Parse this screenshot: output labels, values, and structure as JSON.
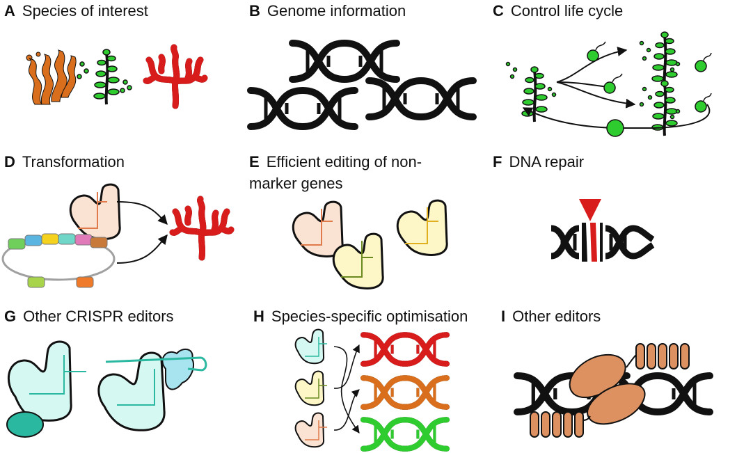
{
  "colors": {
    "orange": "#d96f1c",
    "green": "#2ecc2e",
    "red": "#d81b1b",
    "black": "#111111",
    "peach": "#fbe3d4",
    "cream": "#fdf7c8",
    "mint": "#d6f8f3",
    "teal": "#2bb8a0",
    "protein": "#dd9060"
  },
  "panels": [
    {
      "letter": "A",
      "title": "Species of interest"
    },
    {
      "letter": "B",
      "title": "Genome information"
    },
    {
      "letter": "C",
      "title": "Control life cycle"
    },
    {
      "letter": "D",
      "title": "Transformation"
    },
    {
      "letter": "E",
      "title": "Efficient editing of non-",
      "title2": "marker genes"
    },
    {
      "letter": "F",
      "title": "DNA repair"
    },
    {
      "letter": "G",
      "title": "Other CRISPR editors"
    },
    {
      "letter": "H",
      "title": "Species-specific optimisation"
    },
    {
      "letter": "I",
      "title": "Other editors"
    }
  ],
  "icons": {
    "a": [
      "brown-seaweed-icon",
      "green-seaweed-icon",
      "red-seaweed-icon"
    ],
    "b": "dna-helix-icon",
    "c": [
      "zoospore-icon",
      "gametophyte-icon",
      "zygote-icon"
    ],
    "d": [
      "cas9-protein-icon",
      "plasmid-icon"
    ],
    "f": "double-strand-break-icon",
    "i": "tale-protein-icon"
  },
  "plasmid_segment_colors": [
    "#6fcf5a",
    "#5ab6e0",
    "#f5d21e",
    "#6fd6c8",
    "#e07ab8",
    "#c77a3a",
    "#a7d44a",
    "#ee7a2a"
  ]
}
